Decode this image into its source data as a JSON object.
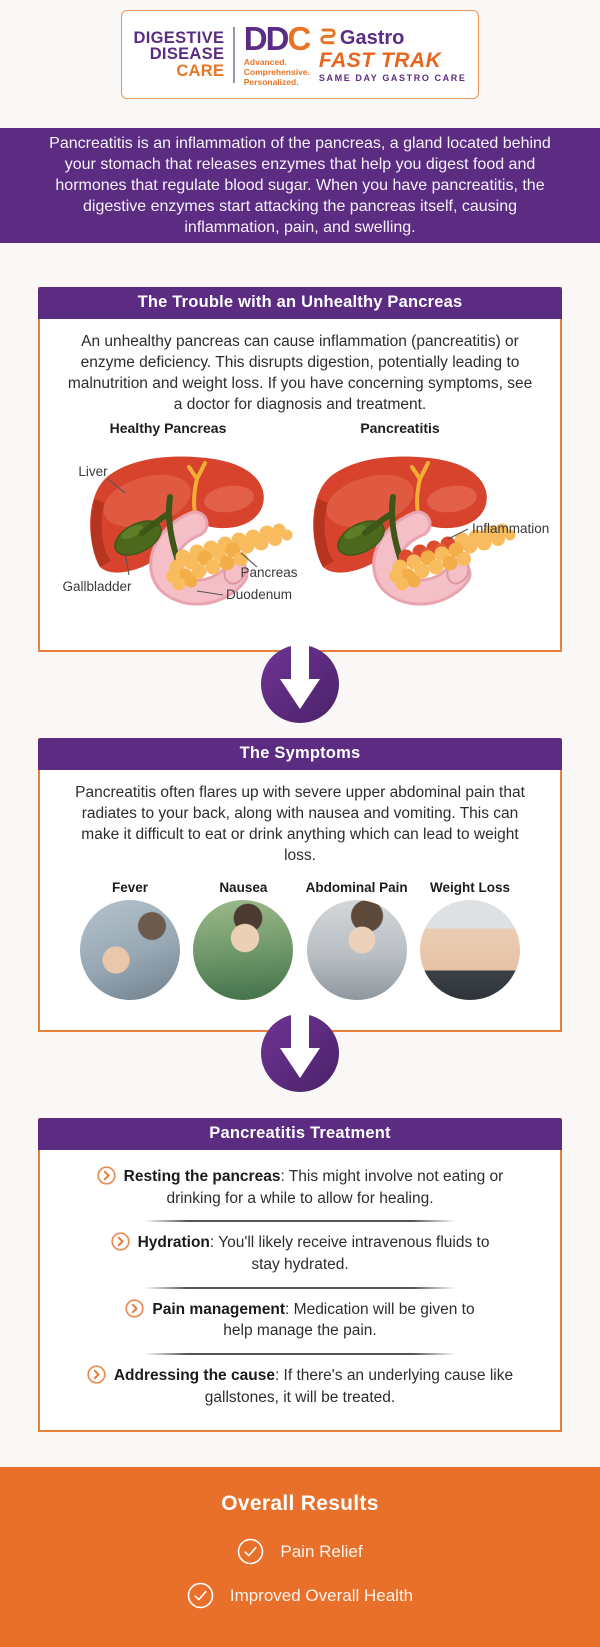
{
  "colors": {
    "purple": "#5b2c82",
    "orange": "#e8702a",
    "border_orange": "#e8803b"
  },
  "logo": {
    "brand": [
      "DIGESTIVE",
      "DISEASE",
      "CARE"
    ],
    "ddc_dd": "DD",
    "ddc_c": "C",
    "tagline": [
      "Advanced.",
      "Comprehensive.",
      "Personalized."
    ],
    "gastro": "Gastro",
    "fast_trak": "FAST TRAK",
    "same_day": "SAME DAY GASTRO CARE"
  },
  "intro": "Pancreatitis is an inflammation of the pancreas, a gland located behind your stomach that releases enzymes that help you digest food and hormones that regulate blood sugar. When you have pancreatitis, the digestive enzymes start attacking the pancreas itself, causing inflammation, pain, and swelling.",
  "section1": {
    "title": "The Trouble with an Unhealthy Pancreas",
    "body": "An unhealthy pancreas can cause inflammation (pancreatitis) or enzyme deficiency. This disrupts digestion, potentially leading to malnutrition and weight loss. If you have concerning symptoms, see a doctor for diagnosis and treatment.",
    "diagram_left_title": "Healthy Pancreas",
    "diagram_right_title": "Pancreatitis",
    "labels": {
      "liver": "Liver",
      "gallbladder": "Gallbladder",
      "pancreas": "Pancreas",
      "duodenum": "Duodenum",
      "inflammation": "Inflammation"
    }
  },
  "section2": {
    "title": "The Symptoms",
    "body": "Pancreatitis often flares up with severe upper abdominal pain that radiates to your back, along with nausea and vomiting. This can make it difficult to eat or drink anything which can lead to weight loss.",
    "symptoms": [
      {
        "label": "Fever"
      },
      {
        "label": "Nausea"
      },
      {
        "label": "Abdominal Pain"
      },
      {
        "label": "Weight Loss"
      }
    ]
  },
  "section3": {
    "title": "Pancreatitis Treatment",
    "items": [
      {
        "bold": "Resting the pancreas",
        "rest": ": This might involve not eating or drinking for a while to allow for healing."
      },
      {
        "bold": "Hydration",
        "rest": ": You'll likely receive intravenous fluids to stay hydrated."
      },
      {
        "bold": "Pain management",
        "rest": ": Medication will be given to help manage the pain."
      },
      {
        "bold": "Addressing the cause",
        "rest": ": If there's an underlying cause like gallstones, it will be treated."
      }
    ]
  },
  "footer": {
    "title": "Overall Results",
    "items": [
      {
        "label": "Pain Relief"
      },
      {
        "label": "Improved Overall Health"
      }
    ]
  }
}
